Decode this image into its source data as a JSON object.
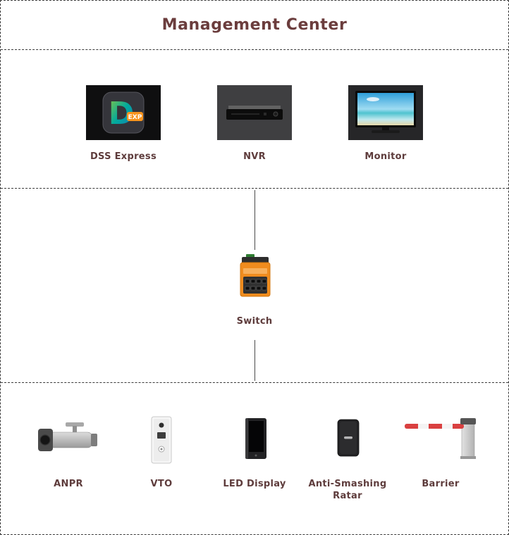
{
  "title": "Management Center",
  "colors": {
    "title_text": "#6b3d3d",
    "label_text": "#5e3c3c",
    "dashed_border": "#3a3a3a",
    "connector_line": "#4a4a4a",
    "switch_orange": "#f08c1e",
    "barrier_arm_red": "#d94040"
  },
  "management_tier": {
    "devices": [
      {
        "label": "DSS Express",
        "logo_letter": "D",
        "badge": "EXP"
      },
      {
        "label": "NVR"
      },
      {
        "label": "Monitor"
      }
    ]
  },
  "network_tier": {
    "devices": [
      {
        "label": "Switch"
      }
    ]
  },
  "edge_tier": {
    "devices": [
      {
        "label": "ANPR"
      },
      {
        "label": "VTO"
      },
      {
        "label": "LED Display"
      },
      {
        "label": "Anti-Smashing Ratar"
      },
      {
        "label": "Barrier"
      }
    ]
  }
}
